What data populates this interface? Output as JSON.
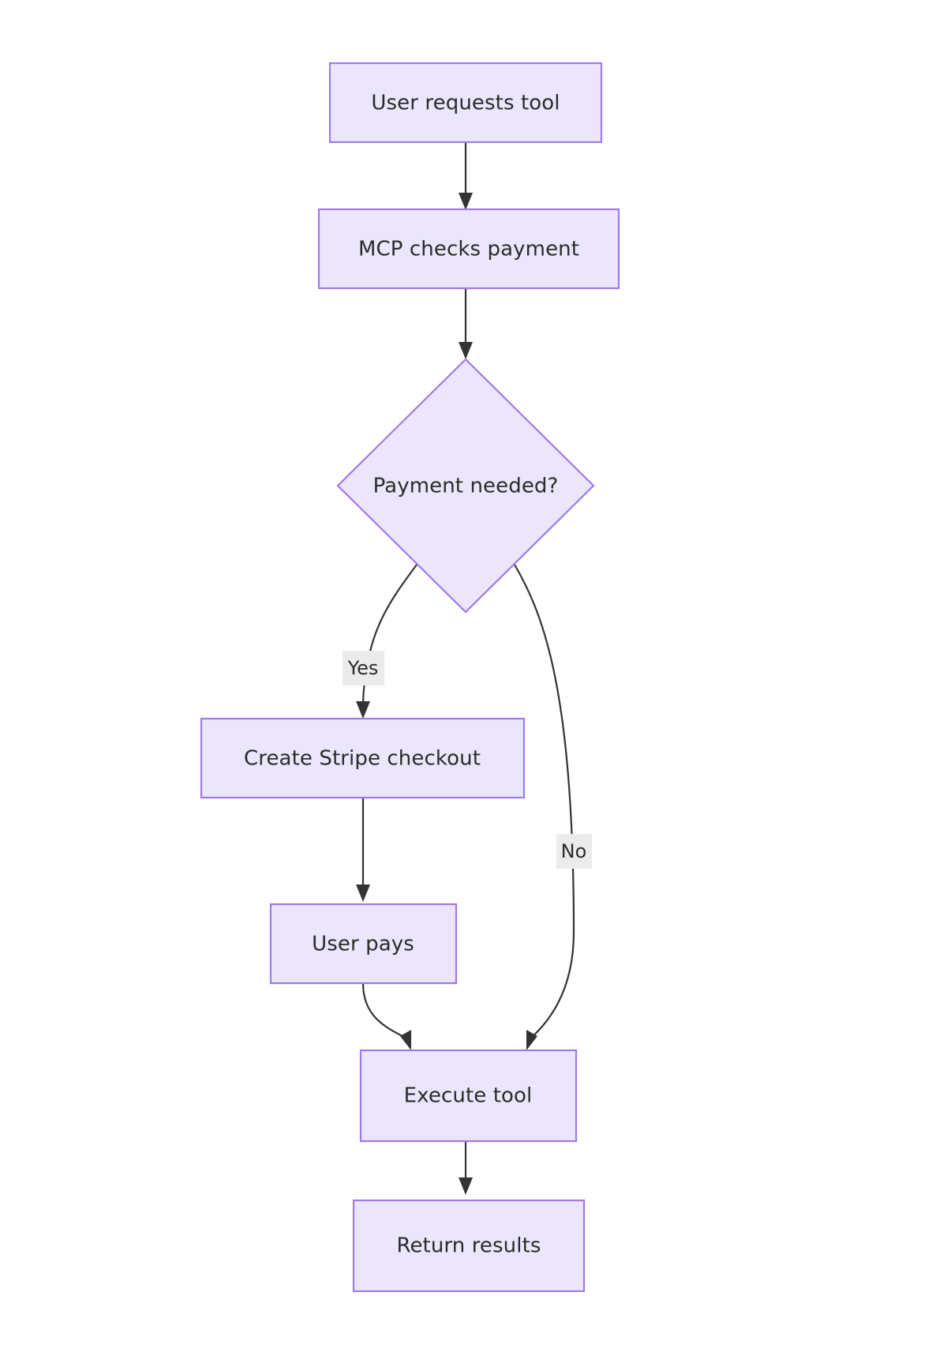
{
  "diagram": {
    "type": "flowchart",
    "direction": "top-down",
    "title": "",
    "theme": {
      "background": "#ffffff",
      "node_fill": "#ebe6fb",
      "node_stroke": "#a07ae8",
      "edge_stroke": "#333333",
      "text_color": "#2b2b2b",
      "edge_label_background": "#ebebeb"
    },
    "nodes": [
      {
        "id": "n1",
        "label": "User requests tool",
        "shape": "rectangle"
      },
      {
        "id": "n2",
        "label": "MCP checks payment",
        "shape": "rectangle"
      },
      {
        "id": "n3",
        "label": "Payment needed?",
        "shape": "diamond"
      },
      {
        "id": "n4",
        "label": "Create Stripe checkout",
        "shape": "rectangle"
      },
      {
        "id": "n5",
        "label": "User pays",
        "shape": "rectangle"
      },
      {
        "id": "n6",
        "label": "Execute tool",
        "shape": "rectangle"
      },
      {
        "id": "n7",
        "label": "Return results",
        "shape": "rectangle"
      }
    ],
    "edges": [
      {
        "id": "e1",
        "from": "n1",
        "to": "n2",
        "label": ""
      },
      {
        "id": "e2",
        "from": "n2",
        "to": "n3",
        "label": ""
      },
      {
        "id": "e3",
        "from": "n3",
        "to": "n4",
        "label": "Yes"
      },
      {
        "id": "e4",
        "from": "n3",
        "to": "n6",
        "label": "No"
      },
      {
        "id": "e5",
        "from": "n4",
        "to": "n5",
        "label": ""
      },
      {
        "id": "e6",
        "from": "n5",
        "to": "n6",
        "label": ""
      },
      {
        "id": "e7",
        "from": "n6",
        "to": "n7",
        "label": ""
      }
    ]
  }
}
